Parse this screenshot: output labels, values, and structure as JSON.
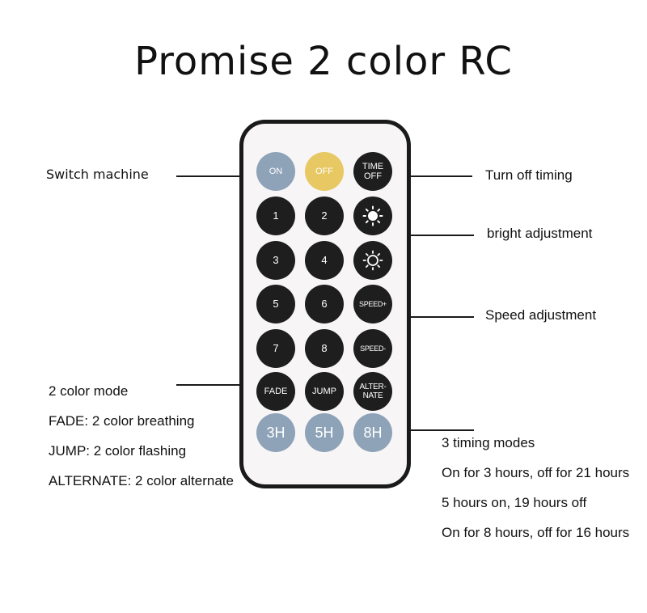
{
  "title": "Promise 2 color RC",
  "remote": {
    "rows": [
      [
        {
          "label": "ON",
          "color": "blue"
        },
        {
          "label": "OFF",
          "color": "yellow"
        },
        {
          "label": "TIME OFF",
          "color": "dark"
        }
      ],
      [
        {
          "label": "1",
          "color": "dark"
        },
        {
          "label": "2",
          "color": "dark"
        },
        {
          "icon": "sun-bright-icon",
          "color": "dark"
        }
      ],
      [
        {
          "label": "3",
          "color": "dark"
        },
        {
          "label": "4",
          "color": "dark"
        },
        {
          "icon": "sun-dim-icon",
          "color": "dark"
        }
      ],
      [
        {
          "label": "5",
          "color": "dark"
        },
        {
          "label": "6",
          "color": "dark"
        },
        {
          "label": "SPEED+",
          "color": "dark"
        }
      ],
      [
        {
          "label": "7",
          "color": "dark"
        },
        {
          "label": "8",
          "color": "dark"
        },
        {
          "label": "SPEED-",
          "color": "dark"
        }
      ],
      [
        {
          "label": "FADE",
          "color": "dark"
        },
        {
          "label": "JUMP",
          "color": "dark"
        },
        {
          "label": "ALTER-NATE",
          "color": "dark"
        }
      ],
      [
        {
          "label": "3H",
          "color": "blue"
        },
        {
          "label": "5H",
          "color": "blue"
        },
        {
          "label": "8H",
          "color": "blue"
        }
      ]
    ]
  },
  "annotations": {
    "switch_machine": "Switch machine",
    "turn_off_timing": "Turn off timing",
    "bright_adjustment": "bright adjustment",
    "speed_adjustment": "Speed adjustment",
    "color_mode": {
      "heading": "2 color mode",
      "lines": [
        "FADE: 2 color breathing",
        "JUMP: 2 color flashing",
        "ALTERNATE: 2 color alternate"
      ]
    },
    "timing_modes": {
      "heading": "3 timing modes",
      "lines": [
        "On for 3 hours, off for 21 hours",
        "5 hours on, 19 hours off",
        "On for 8 hours, off for 16 hours"
      ]
    }
  },
  "colors": {
    "blue": "#8ea2b8",
    "yellow": "#e7c862",
    "dark": "#1e1e1e"
  }
}
